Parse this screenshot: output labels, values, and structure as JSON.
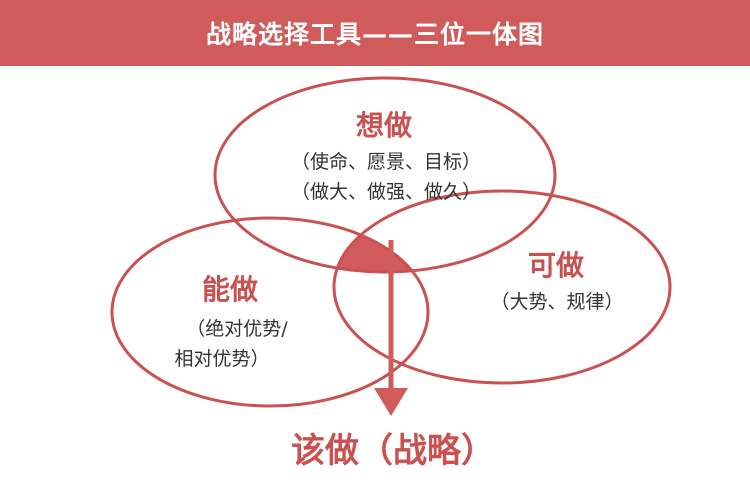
{
  "header": {
    "title": "战略选择工具——三位一体图"
  },
  "circles": [
    {
      "id": "want",
      "title": "想做",
      "desc": [
        "（使命、愿景、目标）",
        "（做大、做强、做久）"
      ]
    },
    {
      "id": "can",
      "title": "能做",
      "desc": [
        "（绝对优势/",
        "相对优势）"
      ]
    },
    {
      "id": "may",
      "title": "可做",
      "desc": [
        "（大势、规律）"
      ]
    }
  ],
  "result": {
    "label": "该做（战略）"
  },
  "colors": {
    "accent": "#d05b5b",
    "stroke": "#c9514f",
    "text": "#333333",
    "header_text": "#ffffff"
  }
}
